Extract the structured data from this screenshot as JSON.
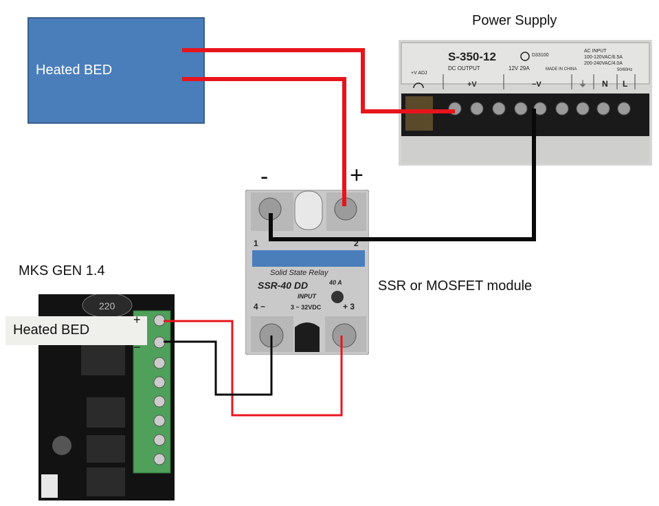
{
  "heated_bed_box": {
    "label": "Heated BED"
  },
  "power_supply": {
    "title": "Power Supply",
    "model": "S-350-12",
    "output_label": "DC OUTPUT",
    "output_rating": "12V 29A",
    "cert": "D33100",
    "made_in": "MADE IN CHINA",
    "ac_input_title": "AC INPUT",
    "ac_input_line1": "100-120VAC/6.5A",
    "ac_input_line2": "200-240VAC/4.0A",
    "frequency": "50/60Hz",
    "vadj": "+V ADJ",
    "terminals": [
      "+V",
      "−V",
      "⏚",
      "N",
      "L"
    ]
  },
  "ssr": {
    "caption": "SSR or MOSFET module",
    "minus": "-",
    "plus": "+",
    "name": "Solid State Relay",
    "model": "SSR-40 DD",
    "current": "40 A",
    "input_label": "INPUT",
    "input_range": "3 ~ 32VDC",
    "pin1": "1",
    "pin2": "2",
    "pin3": "+ 3",
    "pin4": "4 −"
  },
  "board": {
    "title": "MKS GEN 1.4",
    "bed_label": "Heated BED",
    "plus": "+",
    "minus": "−",
    "chip": "220"
  },
  "colors": {
    "red_wire": "#e8141c",
    "black_wire": "#0a0a0a",
    "bed_blue": "#4a7ebb",
    "terminal_green": "#4fa05a"
  }
}
